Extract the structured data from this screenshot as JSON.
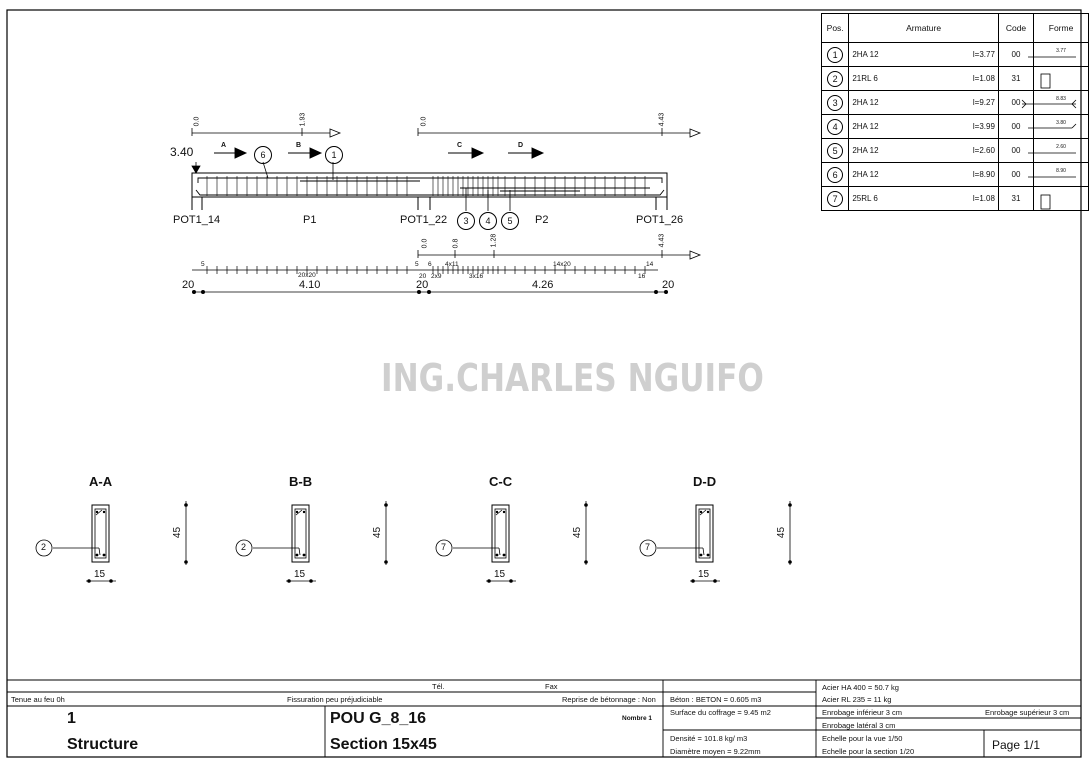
{
  "drawing": {
    "height_label": "3.40",
    "support_labels": [
      "POT1_14",
      "POT1_22",
      "POT1_26"
    ],
    "span_labels": [
      "P1",
      "P2"
    ],
    "section_arrows": [
      "A",
      "B",
      "C",
      "D"
    ],
    "bar_callouts": [
      "6",
      "1",
      "3",
      "4",
      "5"
    ],
    "top_dims": [
      "0.0",
      "1.93",
      "0.0",
      "4.43"
    ],
    "bottom_dims": [
      "0.0",
      "0.8",
      "1.28",
      "4.43"
    ],
    "stirrup_marks": [
      "5",
      "20x20",
      "5",
      "6",
      "4x11",
      "14x20",
      "14",
      "20",
      "2x9",
      "3x16",
      "16"
    ],
    "spans": [
      "20",
      "4.10",
      "20",
      "4.26",
      "20"
    ]
  },
  "bar_table": {
    "headers": {
      "pos": "Pos.",
      "armature": "Armature",
      "code": "Code",
      "forme": "Forme"
    },
    "rows": [
      {
        "pos": "1",
        "name": "2HA 12",
        "length": "l=3.77",
        "code": "00",
        "shape": "3.77"
      },
      {
        "pos": "2",
        "name": "21RL 6",
        "length": "l=1.08",
        "code": "31",
        "shape": "stirrup"
      },
      {
        "pos": "3",
        "name": "2HA 12",
        "length": "l=9.27",
        "code": "00",
        "shape": "8.83"
      },
      {
        "pos": "4",
        "name": "2HA 12",
        "length": "l=3.99",
        "code": "00",
        "shape": "3.80"
      },
      {
        "pos": "5",
        "name": "2HA 12",
        "length": "l=2.60",
        "code": "00",
        "shape": "2.60"
      },
      {
        "pos": "6",
        "name": "2HA 12",
        "length": "l=8.90",
        "code": "00",
        "shape": "8.90"
      },
      {
        "pos": "7",
        "name": "25RL 6",
        "length": "l=1.08",
        "code": "31",
        "shape": "stirrup"
      }
    ]
  },
  "watermark": "ING.CHARLES NGUIFO",
  "sections": [
    {
      "title": "A-A",
      "bar": "2",
      "height": "45",
      "width": "15"
    },
    {
      "title": "B-B",
      "bar": "2",
      "height": "45",
      "width": "15"
    },
    {
      "title": "C-C",
      "bar": "7",
      "height": "45",
      "width": "15"
    },
    {
      "title": "D-D",
      "bar": "7",
      "height": "45",
      "width": "15"
    }
  ],
  "title_block": {
    "tel": "Tél.",
    "fax": "Fax",
    "fire": "Tenue au feu 0h",
    "cracking": "Fissuration peu préjudiciable",
    "recovery": "Reprise de bétonnage : Non",
    "number": "1",
    "category": "Structure",
    "element": "POU G_8_16",
    "section": "Section 15x45",
    "count": "Nombre 1",
    "concrete": "Béton : BETON = 0.605 m3",
    "formwork": "Surface du coffrage = 9.45 m2",
    "density": "Densité = 101.8 kg/ m3",
    "diameter": "Diamètre moyen = 9.22mm",
    "steel_ha": "Acier HA 400 = 50.7 kg",
    "steel_rl": "Acier RL 235 = 11 kg",
    "cover_bottom": "Enrobage inférieur 3 cm",
    "cover_top": "Enrobage supérieur 3 cm",
    "cover_side": "Enrobage latéral 3 cm",
    "scale_view": "Echelle pour la vue 1/50",
    "scale_section": "Echelle pour la section 1/20",
    "page": "Page 1/1"
  }
}
